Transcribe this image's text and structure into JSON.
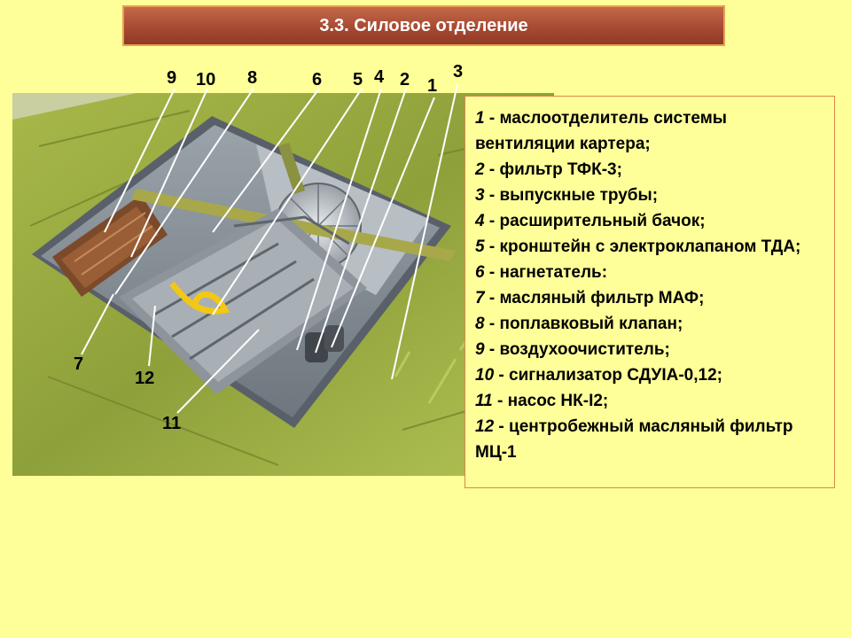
{
  "title": "3.3. Силовое отделение",
  "callouts": [
    {
      "num": "9"
    },
    {
      "num": "10"
    },
    {
      "num": "8"
    },
    {
      "num": "6"
    },
    {
      "num": "5"
    },
    {
      "num": "4"
    },
    {
      "num": "2"
    },
    {
      "num": "1"
    },
    {
      "num": "3"
    },
    {
      "num": "7"
    },
    {
      "num": "12"
    },
    {
      "num": "11"
    }
  ],
  "legend": [
    {
      "num": "1",
      "text": " - маслоотделитель системы вентиляции картера;"
    },
    {
      "num": "2",
      "text": " - фильтр ТФК-3;"
    },
    {
      "num": "3",
      "text": " - выпускные трубы;"
    },
    {
      "num": "4",
      "text": " - расширительный бачок;"
    },
    {
      "num": "5",
      "text": " - кронштейн с электроклапаном ТДА;"
    },
    {
      "num": "6",
      "text": " - нагнетатель:"
    },
    {
      "num": "7",
      "text": " - масляный фильтр МАФ;"
    },
    {
      "num": "8",
      "text": " - поплавковый клапан;"
    },
    {
      "num": "9",
      "text": " - воздухоочиститель;"
    },
    {
      "num": "10",
      "text": " - сигнализатор СДУIA-0,12;"
    },
    {
      "num": "11",
      "text": " - насос НК-I2;"
    },
    {
      "num": "12",
      "text": " - центробежный масляный фильтр МЦ-1"
    }
  ],
  "colors": {
    "background": "#ffff99",
    "title_bg": "#a84a32",
    "title_border": "#e8a052",
    "legend_border": "#d9884a",
    "hull_green": "#8fa23a",
    "leader_line": "#ffffff"
  }
}
